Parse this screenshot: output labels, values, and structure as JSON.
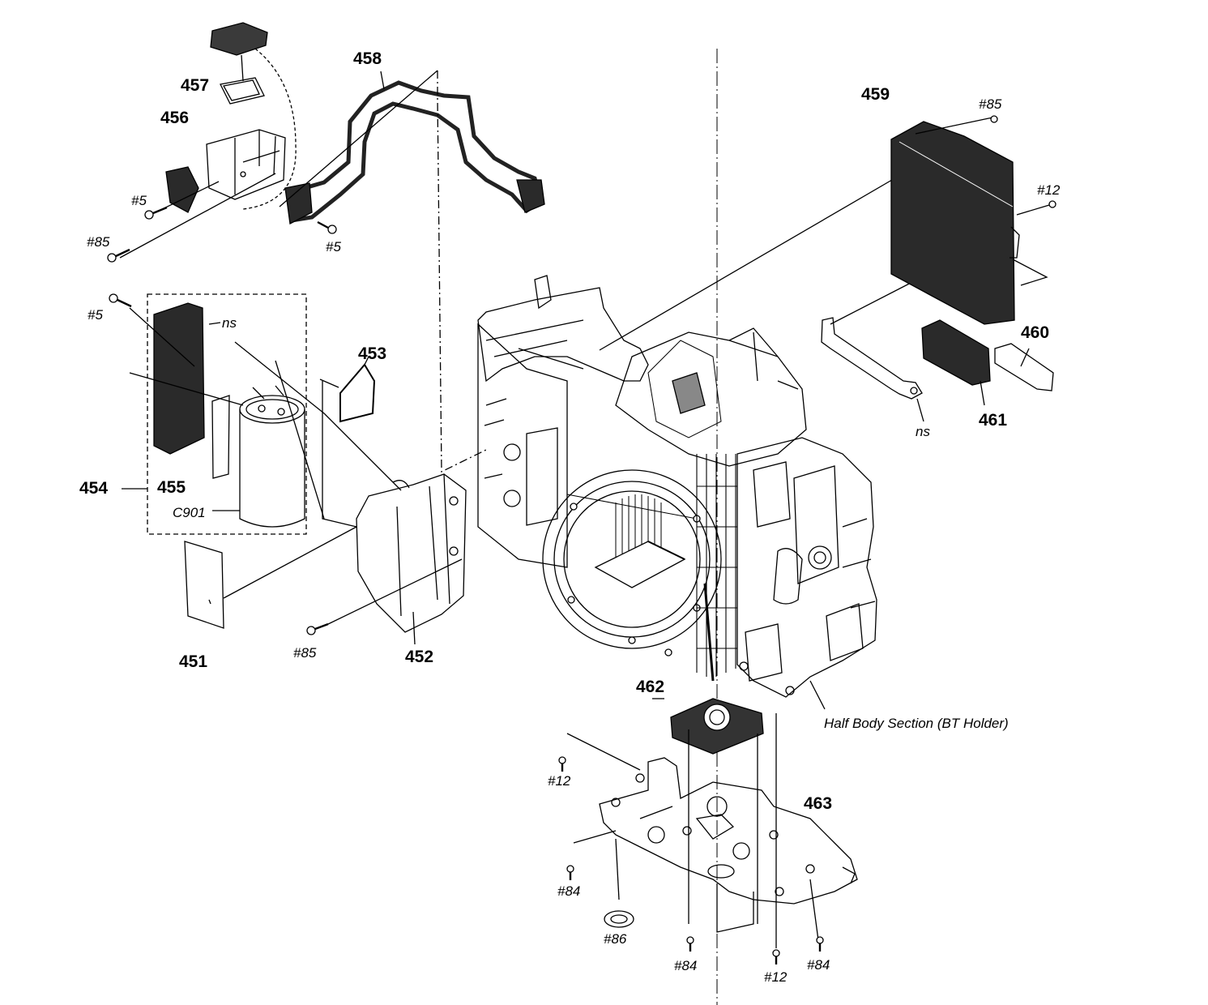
{
  "parts": [
    "451",
    "452",
    "453",
    "454",
    "455",
    "456",
    "457",
    "458",
    "459",
    "460",
    "461",
    "462",
    "463"
  ],
  "screws": {
    "s5_a": "#5",
    "s85_a": "#85",
    "s5_b": "#5",
    "s5_c": "#5",
    "s85_b": "#85",
    "s85_c": "#85",
    "s12_a": "#12",
    "s12_b": "#12",
    "s84_a": "#84",
    "s86": "#86",
    "s84_b": "#84",
    "s12_c": "#12",
    "s84_c": "#84"
  },
  "notes": {
    "ns_left": "ns",
    "ns_right": "ns",
    "c901": "C901",
    "section": "Half Body Section (BT Holder)"
  },
  "colors": {
    "ink": "#000000",
    "shade": "#2a2a2a",
    "paper": "#ffffff"
  }
}
